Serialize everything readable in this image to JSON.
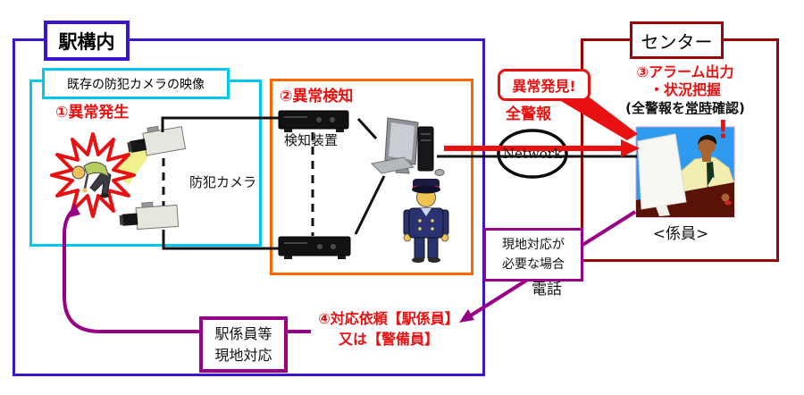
{
  "station": {
    "title": "駅構内",
    "camera_area": {
      "title": "既存の防犯カメラの映像",
      "step1_label": "①異常発生",
      "camera_caption": "防犯カメラ"
    },
    "detection_area": {
      "step2_label": "②異常検知",
      "device_caption": "検知装置"
    },
    "staff_box": {
      "line1": "駅係員等",
      "line2": "現地対応"
    },
    "step4": {
      "line1": "④対応依頼【駅係員】",
      "line2": "又は【警備員】"
    }
  },
  "network": {
    "node_label": "Network",
    "alarm_label": "全警報",
    "alert_bubble": "異常発見!"
  },
  "center": {
    "title": "センター",
    "step3": {
      "line1": "③アラーム出力",
      "line2": "・状況把握"
    },
    "note": {
      "prefix": "(全警報を",
      "underlined": "常時",
      "suffix": "確認)"
    },
    "exclamation": "!",
    "operator_caption": "<係員>"
  },
  "response": {
    "condition_box": {
      "line1": "現地対応が",
      "line2": "必要な場合"
    },
    "phone_label": "電話"
  },
  "icons": {
    "security-camera-icon": "box security camera with lens and light beam",
    "recorder-icon": "black detection recorder unit",
    "desktop-computer-icon": "monitor, keyboard and tower PC",
    "station-guard-icon": "uniformed station guard figure",
    "fallen-person-icon": "collapsed passenger inside red starburst",
    "alert-burst-icon": "red spiky starburst",
    "network-node": "ellipse labeled Network",
    "operator-illustration": "operator at monitoring desk on blue background",
    "arrow-icons": "red alarm arrows and purple response arrows"
  },
  "colors": {
    "station_border": "#3a15cc",
    "camera_area_border": "#00c8ee",
    "detection_border": "#ff6600",
    "center_border": "#990505",
    "response_purple": "#990088",
    "alert_red": "#e81010",
    "line_black": "#111111",
    "beam_yellow": "#f2ef8e",
    "operator_bg_blue": "#2f9bf0"
  }
}
